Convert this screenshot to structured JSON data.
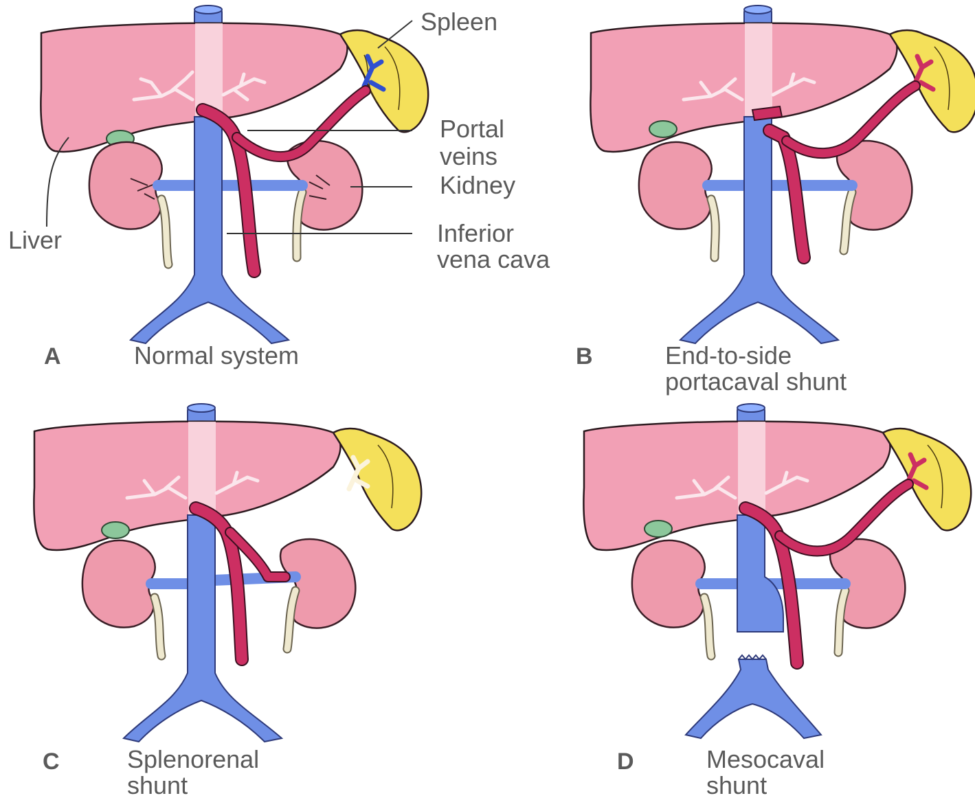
{
  "labels": {
    "spleen": "Spleen",
    "portal_veins_line1": "Portal",
    "portal_veins_line2": "veins",
    "kidney": "Kidney",
    "ivc_line1": "Inferior",
    "ivc_line2": "vena cava",
    "liver": "Liver"
  },
  "panels": [
    {
      "letter": "A",
      "caption_line1": "Normal system",
      "caption_line2": ""
    },
    {
      "letter": "B",
      "caption_line1": "End-to-side",
      "caption_line2": "portacaval shunt"
    },
    {
      "letter": "C",
      "caption_line1": "Splenorenal",
      "caption_line2": "shunt"
    },
    {
      "letter": "D",
      "caption_line1": "Mesocaval",
      "caption_line2": "shunt"
    }
  ],
  "colors": {
    "liver": "#f2a0b5",
    "spleen": "#f4e05a",
    "kidney": "#ee9aac",
    "vena_cava": "#6f8fe6",
    "portal_vein": "#cc2f62"
  }
}
